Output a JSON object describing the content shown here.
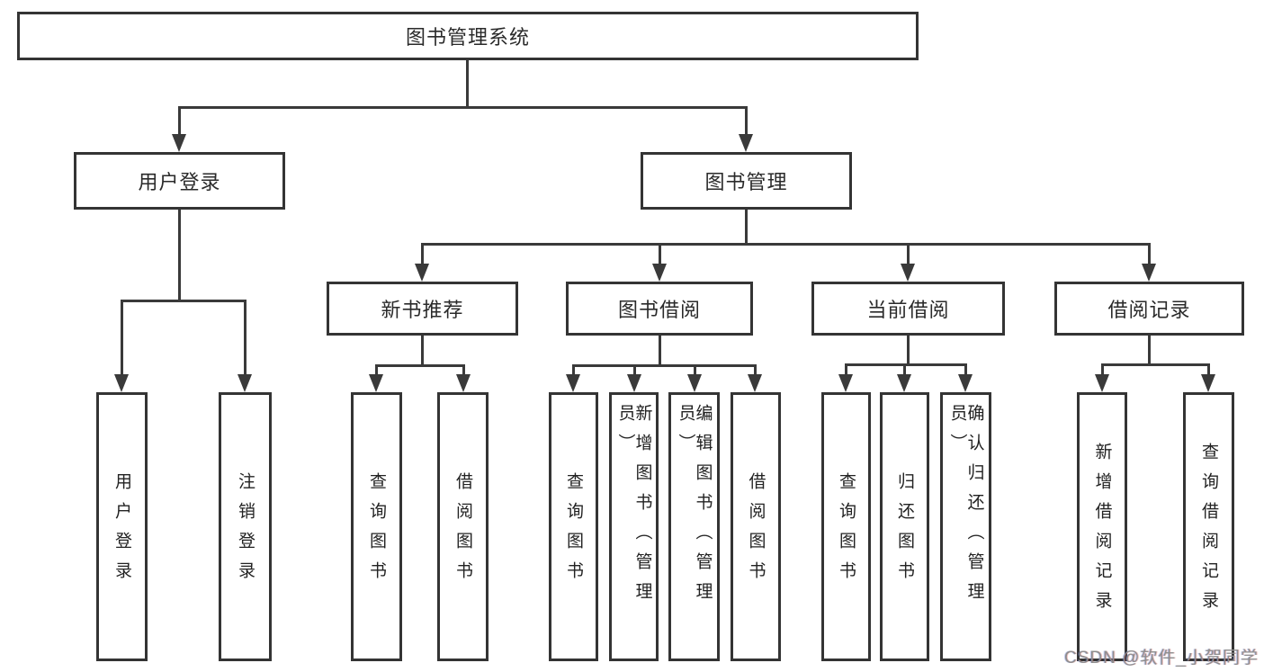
{
  "diagram": {
    "title": "图书管理系统",
    "root": {
      "label": "图书管理系统"
    },
    "level2": [
      {
        "label": "用户登录"
      },
      {
        "label": "图书管理"
      }
    ],
    "level3": [
      {
        "label": "新书推荐"
      },
      {
        "label": "图书借阅"
      },
      {
        "label": "当前借阅"
      },
      {
        "label": "借阅记录"
      }
    ],
    "leaves": [
      {
        "label": "用户登录"
      },
      {
        "label": "注销登录"
      },
      {
        "label": "查询图书"
      },
      {
        "label": "借阅图书"
      },
      {
        "label": "查询图书"
      },
      {
        "label": "新增图书（管理员）"
      },
      {
        "label": "编辑图书（管理员）"
      },
      {
        "label": "借阅图书"
      },
      {
        "label": "查询图书"
      },
      {
        "label": "归还图书"
      },
      {
        "label": "确认归还（管理员）"
      },
      {
        "label": "新增借阅记录"
      },
      {
        "label": "查询借阅记录"
      }
    ]
  },
  "watermark": {
    "text": "CSDN @软件_小贺同学"
  },
  "colors": {
    "background": "#ffffff",
    "line": "#3a3a3a",
    "box_border": "#343434",
    "text": "#222222",
    "watermark": "#8e8e8e"
  }
}
